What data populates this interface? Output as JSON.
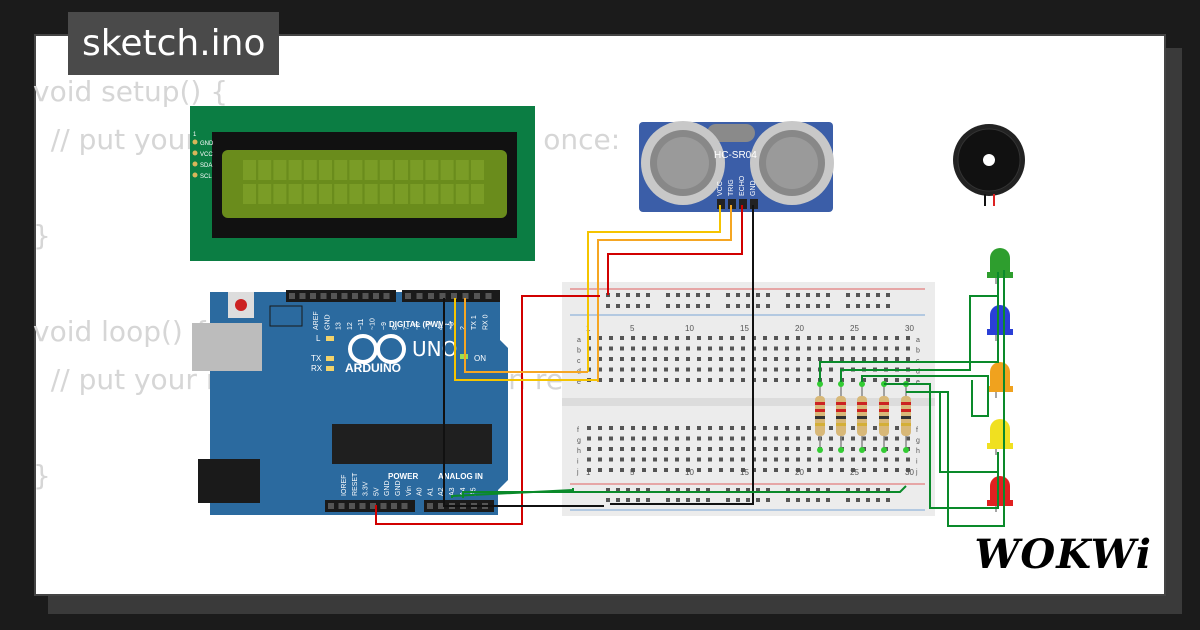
{
  "file_tab": {
    "name": "sketch.ino"
  },
  "code_lines": [
    "void setup() {",
    "  // put your setup code here, to run once:",
    "",
    "}",
    "",
    "void loop() {",
    "  // put your main code here, to run repeatedly:",
    "",
    "}"
  ],
  "lcd": {
    "pins": [
      "GND",
      "VCC",
      "SDA",
      "SCL"
    ],
    "pin_one": "1"
  },
  "sensor": {
    "label": "HC-SR04",
    "pins": [
      "VCC",
      "TRIG",
      "ECHO",
      "GND"
    ]
  },
  "arduino": {
    "brand": "ARDUINO",
    "model": "UNO",
    "digital_label": "DIGITAL (PWM~)",
    "power_label": "POWER",
    "analog_label": "ANALOG IN",
    "on_label": "ON",
    "l_label": "L",
    "tx_label": "TX",
    "rx_label": "RX",
    "top_pins": [
      "AREF",
      "GND",
      "13",
      "12",
      "~11",
      "~10",
      "~9",
      "8",
      "7",
      "~6",
      "~5",
      "4",
      "~3",
      "2",
      "TX 1",
      "RX 0"
    ],
    "bottom_pins": [
      "IOREF",
      "RESET",
      "3.3V",
      "5V",
      "GND",
      "GND",
      "Vin",
      "A0",
      "A1",
      "A2",
      "A3",
      "A4",
      "A5"
    ]
  },
  "breadboard": {
    "col_numbers": [
      "1",
      "5",
      "10",
      "15",
      "20",
      "25",
      "30"
    ],
    "row_letters_top": [
      "a",
      "b",
      "c",
      "d",
      "e"
    ],
    "row_letters_bottom": [
      "f",
      "g",
      "h",
      "i",
      "j"
    ]
  },
  "leds": [
    {
      "name": "green",
      "color": "#2e9e2e"
    },
    {
      "name": "blue",
      "color": "#2a3fd6"
    },
    {
      "name": "orange",
      "color": "#f0a21e"
    },
    {
      "name": "yellow",
      "color": "#f0e020"
    },
    {
      "name": "red",
      "color": "#e02020"
    }
  ],
  "brand": {
    "text": "WOKWi"
  }
}
